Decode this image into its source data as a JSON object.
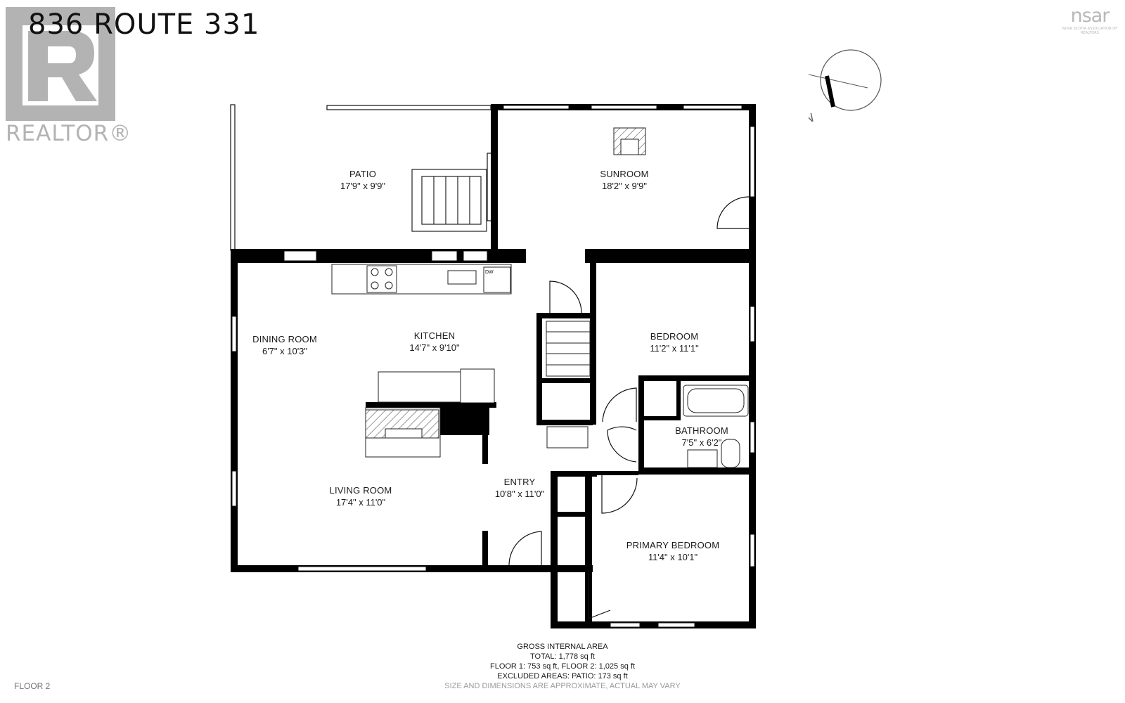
{
  "header": {
    "address": "836 ROUTE 331",
    "brand_logo": "REALTOR®",
    "association_logo": "nsar",
    "association_subtext": "NOVA SCOTIA ASSOCIATION OF REALTORS"
  },
  "compass": {
    "north_label": "N"
  },
  "rooms": [
    {
      "name": "PATIO",
      "dimensions": "17'9\" x 9'9\""
    },
    {
      "name": "SUNROOM",
      "dimensions": "18'2\" x 9'9\""
    },
    {
      "name": "DINING ROOM",
      "dimensions": "6'7\" x 10'3\""
    },
    {
      "name": "KITCHEN",
      "dimensions": "14'7\" x 9'10\""
    },
    {
      "name": "BEDROOM",
      "dimensions": "11'2\" x 11'1\""
    },
    {
      "name": "BATHROOM",
      "dimensions": "7'5\" x 6'2\""
    },
    {
      "name": "LIVING ROOM",
      "dimensions": "17'4\" x 11'0\""
    },
    {
      "name": "ENTRY",
      "dimensions": "10'8\" x 11'0\""
    },
    {
      "name": "PRIMARY BEDROOM",
      "dimensions": "11'4\" x 10'1\""
    }
  ],
  "appliance_labels": {
    "dishwasher": "DW"
  },
  "area_summary": {
    "heading": "GROSS INTERNAL AREA",
    "total": "TOTAL: 1,778 sq ft",
    "floors": "FLOOR 1: 753 sq ft, FLOOR 2: 1,025 sq ft",
    "excluded": "EXCLUDED AREAS: PATIO: 173 sq ft",
    "disclaimer": "SIZE AND DIMENSIONS ARE APPROXIMATE, ACTUAL MAY VARY"
  },
  "floor_label": "FLOOR 2",
  "colors": {
    "wall": "#000000",
    "logo_gray": "#b3b3b3",
    "hatch": "#555555"
  }
}
